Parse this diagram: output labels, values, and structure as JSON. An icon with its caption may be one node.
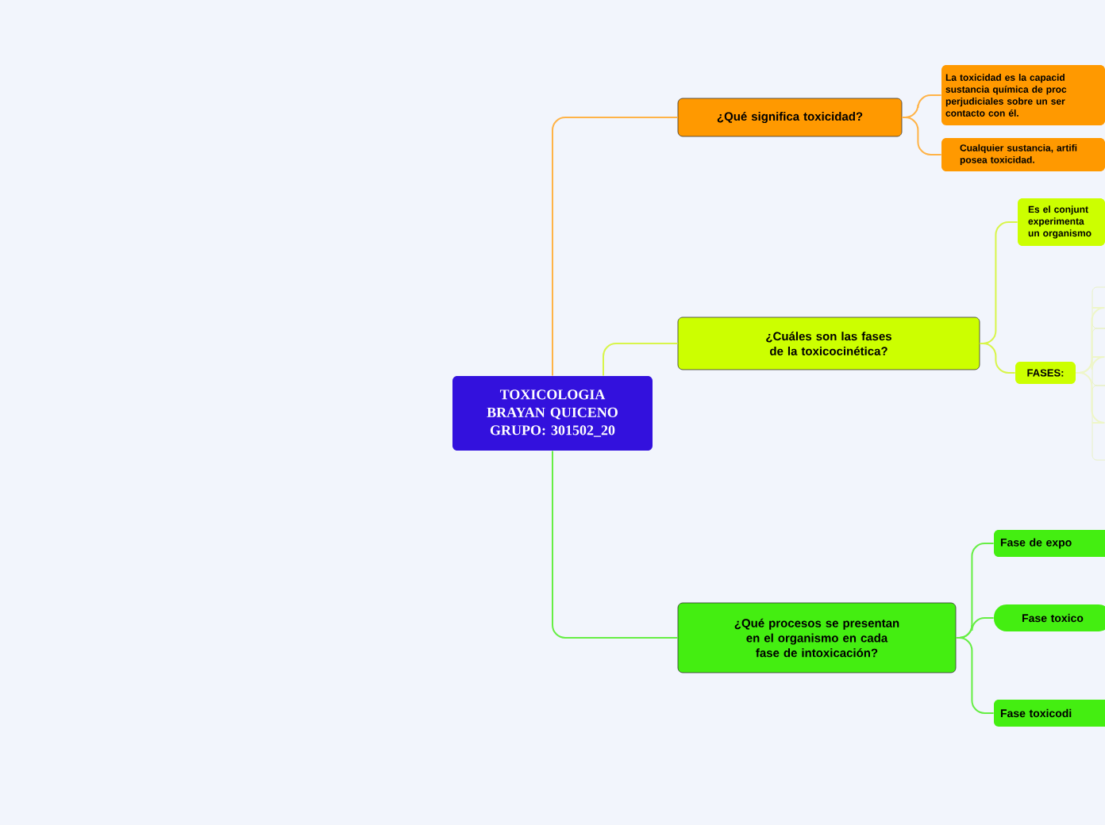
{
  "diagram": {
    "nodes": [
      {
        "text": [
          "TOXICOLOGIA BRAYAN QUICENO GRUPO: 301502_20"
        ]
      },
      {
        "text": [
          "¿Qué significa toxicidad?"
        ]
      },
      {
        "text": [
          "La toxicidad es la capacid sustancia química de proc perjudiciales sobre un ser contacto con él."
        ]
      },
      {
        "text": [
          "Cualquier sustancia, artifi posea toxicidad."
        ]
      },
      {
        "text": [
          "¿Cuáles son las fases de la toxicocinética?"
        ]
      },
      {
        "text": [
          "Es el conjunt experimenta un organismo"
        ]
      },
      {
        "text": [
          "FASES:"
        ]
      },
      {
        "text": [],
        "shape": "box"
      },
      {
        "text": [],
        "shape": "box"
      },
      {
        "text": [],
        "shape": "box"
      },
      {
        "text": [
          "¿Qué procesos se presentan en el organismo en cada fase de intoxicación?"
        ]
      },
      {
        "text": [
          "Fase de expo"
        ]
      },
      {
        "text": [
          "Fase toxico"
        ]
      },
      {
        "text": [
          "Fase toxicodi"
        ]
      }
    ],
    "edges": [
      {
        "from": 0,
        "to": 1,
        "arrow": "none",
        "color": "#ffb347"
      },
      {
        "from": 1,
        "to": 2,
        "arrow": "none",
        "color": "#ffb347"
      },
      {
        "from": 1,
        "to": 3,
        "arrow": "none",
        "color": "#ffb347"
      },
      {
        "from": 0,
        "to": 4,
        "arrow": "none",
        "color": "#d8f54a"
      },
      {
        "from": 4,
        "to": 5,
        "arrow": "none",
        "color": "#d8f54a"
      },
      {
        "from": 4,
        "to": 6,
        "arrow": "none",
        "color": "#d8f54a"
      },
      {
        "from": 6,
        "to": 7,
        "arrow": "none",
        "color": "#eef6c8"
      },
      {
        "from": 6,
        "to": 8,
        "arrow": "none",
        "color": "#eef6c8"
      },
      {
        "from": 6,
        "to": 9,
        "arrow": "none",
        "color": "#eef6c8"
      },
      {
        "from": 0,
        "to": 10,
        "arrow": "none",
        "color": "#66ee44"
      },
      {
        "from": 10,
        "to": 11,
        "arrow": "none",
        "color": "#66ee44"
      },
      {
        "from": 10,
        "to": 12,
        "arrow": "none",
        "color": "#66ee44"
      },
      {
        "from": 10,
        "to": 13,
        "arrow": "none",
        "color": "#66ee44"
      }
    ]
  }
}
